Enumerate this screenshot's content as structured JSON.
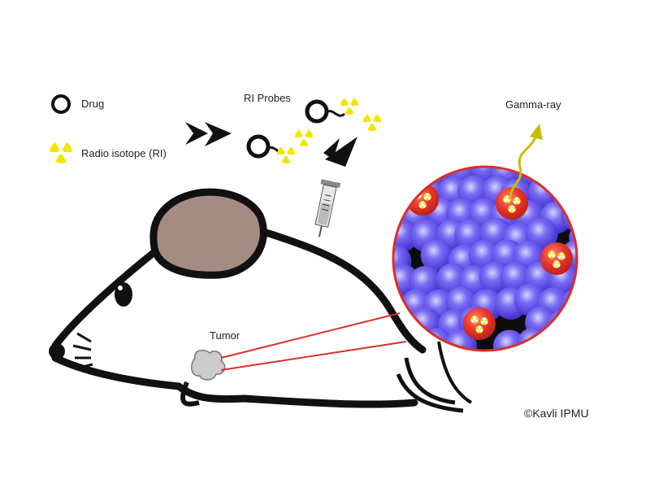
{
  "legend": {
    "drug_label": "Drug",
    "ri_label": "Radio isotope (RI)"
  },
  "probes_label": "RI Probes",
  "gamma_label": "Gamma-ray",
  "tumor_label": "Tumor",
  "credit": "©Kavli IPMU",
  "colors": {
    "radiation": "#f2e600",
    "cell": "#6a5cf0",
    "tumor_cell": "#e8372b",
    "ear": "#a58b82",
    "link": "#d8302a"
  }
}
